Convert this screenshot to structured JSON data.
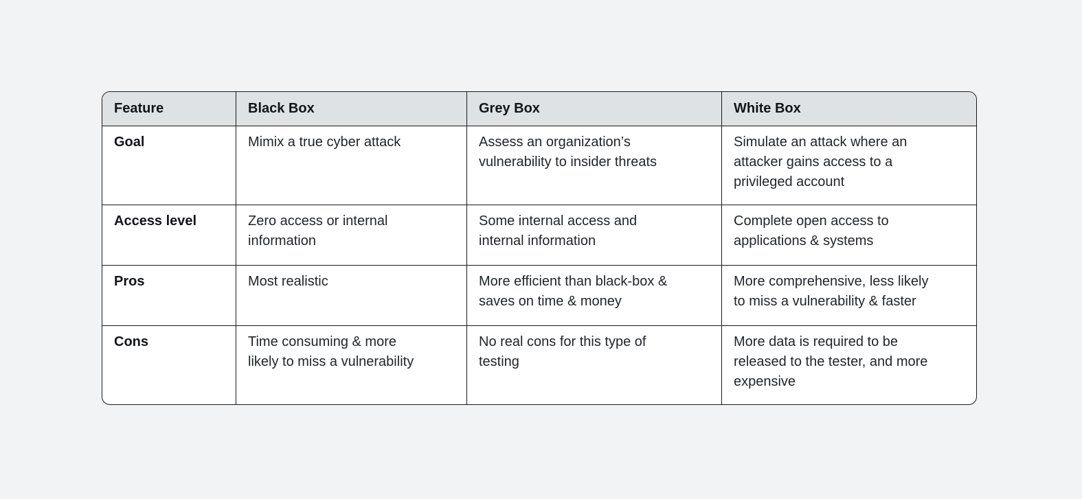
{
  "page": {
    "background_color": "#f1f3f5"
  },
  "table": {
    "header_background_color": "#dee2e4",
    "border_color": "#17191c",
    "body_background_color": "#ffffff",
    "text_color": "#212529"
  },
  "chart_data": {
    "type": "table",
    "columns": [
      "Feature",
      "Black Box",
      "Grey Box",
      "White Box"
    ],
    "rows": [
      [
        "Goal",
        "Mimix a true cyber attack",
        "Assess an organization’s\nvulnerability to insider threats",
        "Simulate an attack where an\nattacker gains access to a\nprivileged account"
      ],
      [
        "Access level",
        "Zero access or internal\ninformation",
        "Some internal access and\ninternal information",
        "Complete open access to\napplications & systems"
      ],
      [
        "Pros",
        "Most realistic",
        "More efficient than black-box &\nsaves on time & money",
        "More comprehensive, less likely\nto miss a vulnerability & faster"
      ],
      [
        "Cons",
        "Time consuming & more\nlikely to miss a vulnerability",
        "No real cons for this type of\ntesting",
        "More data is required to be\nreleased to the tester, and more\nexpensive"
      ]
    ]
  }
}
